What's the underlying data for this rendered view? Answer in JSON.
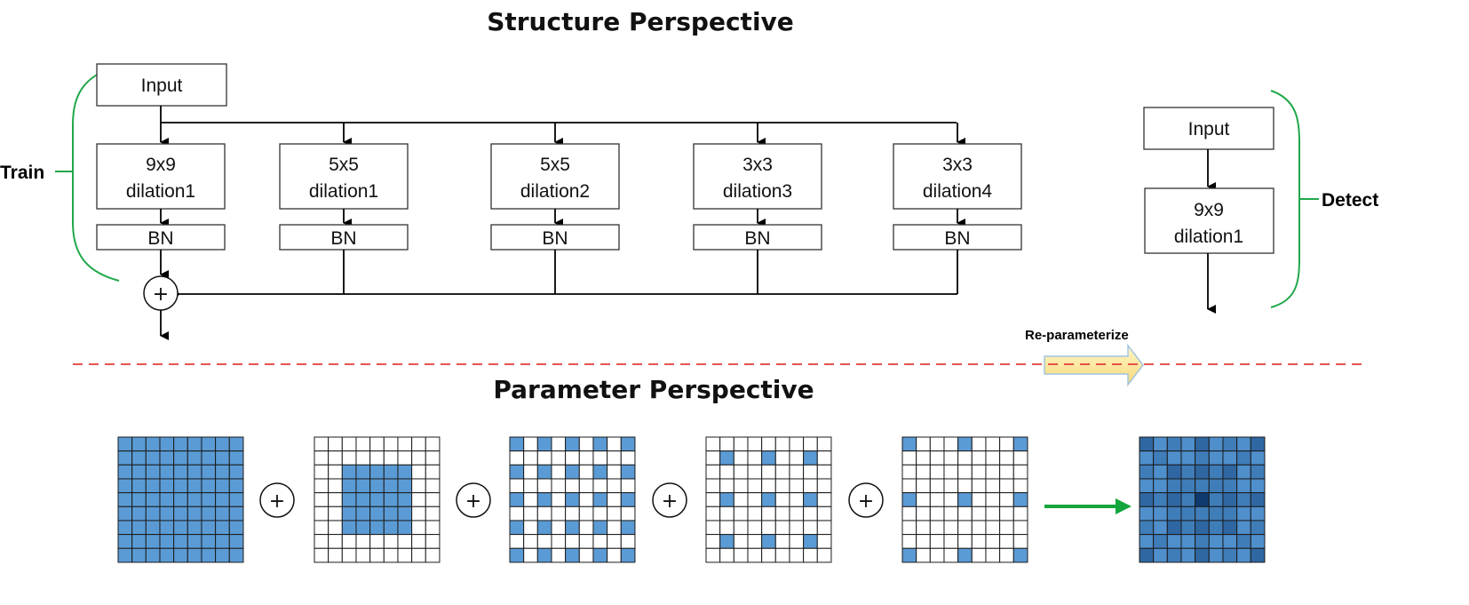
{
  "titles": {
    "structure": "Structure Perspective",
    "parameter": "Parameter Perspective"
  },
  "labels": {
    "train": "Train",
    "detect": "Detect",
    "reparameterize": "Re-parameterize"
  },
  "colors": {
    "bracket": "#21a84a",
    "dashed_line": "#e23b3b",
    "kernel_fill": "#5b9bd5",
    "kernel_grid": "#1b1b1b",
    "green_arrow": "#12a53c",
    "yellow_arrow": "#fde89a"
  },
  "train": {
    "input": "Input",
    "bn": "BN",
    "plus": "+",
    "branches": [
      {
        "kernel": "9x9",
        "dilation": "dilation1"
      },
      {
        "kernel": "5x5",
        "dilation": "dilation1"
      },
      {
        "kernel": "5x5",
        "dilation": "dilation2"
      },
      {
        "kernel": "3x3",
        "dilation": "dilation3"
      },
      {
        "kernel": "3x3",
        "dilation": "dilation4"
      }
    ]
  },
  "detect": {
    "input": "Input",
    "kernel": "9x9",
    "dilation": "dilation1"
  },
  "plus_symbol": "+",
  "kernels": [
    {
      "name": "9x9 dilation1",
      "size": 9,
      "dilation": 1
    },
    {
      "name": "5x5 dilation1",
      "size": 5,
      "dilation": 1
    },
    {
      "name": "5x5 dilation2",
      "size": 5,
      "dilation": 2
    },
    {
      "name": "3x3 dilation3",
      "size": 3,
      "dilation": 3
    },
    {
      "name": "3x3 dilation4",
      "size": 3,
      "dilation": 4
    }
  ]
}
